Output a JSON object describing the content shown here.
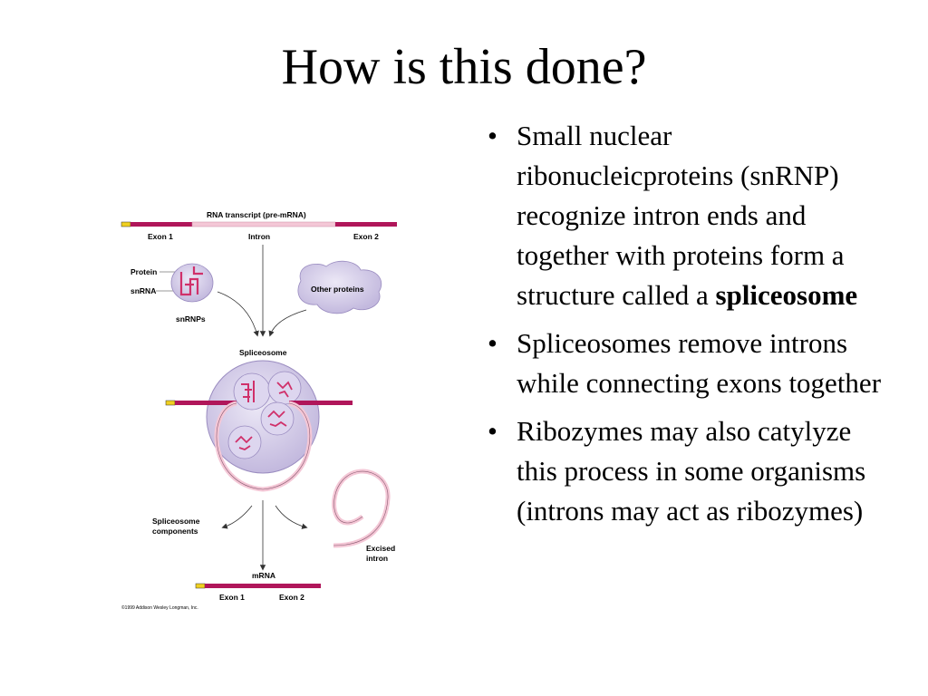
{
  "slide": {
    "title": "How is this done?"
  },
  "figure": {
    "rna_transcript_label": "RNA transcript (pre-mRNA)",
    "exon1_label": "Exon 1",
    "intron_label": "Intron",
    "exon2_label": "Exon 2",
    "protein_label": "Protein",
    "snrna_label": "snRNA",
    "snrnps_label": "snRNPs",
    "other_proteins_label": "Other proteins",
    "spliceosome_label": "Spliceosome",
    "spliceosome_components_line1": "Spliceosome",
    "spliceosome_components_line2": "components",
    "excised_line1": "Excised",
    "excised_line2": "intron",
    "mrna_label": "mRNA",
    "mrna_exon1_label": "Exon 1",
    "mrna_exon2_label": "Exon 2",
    "copyright": "©1999 Addison Wesley Longman, Inc.",
    "colors": {
      "exon": "#b0165a",
      "intron": "#f4c7d6",
      "cap": "#f0d020",
      "snrnp_fill": "#d4cce8",
      "rna_strand": "#d0306a"
    }
  },
  "bullets": [
    {
      "symbol": "•",
      "text": "Small nuclear ribonucleicproteins (snRNP) recognize intron ends and together with proteins form a structure called a ",
      "bold": "spliceosome"
    },
    {
      "symbol": "•",
      "text": "Spliceosomes remove introns while connecting exons together",
      "bold": ""
    },
    {
      "symbol": "•",
      "text": "Ribozymes may also catylyze this process in some organisms (introns may act as ribozymes)",
      "bold": ""
    }
  ]
}
